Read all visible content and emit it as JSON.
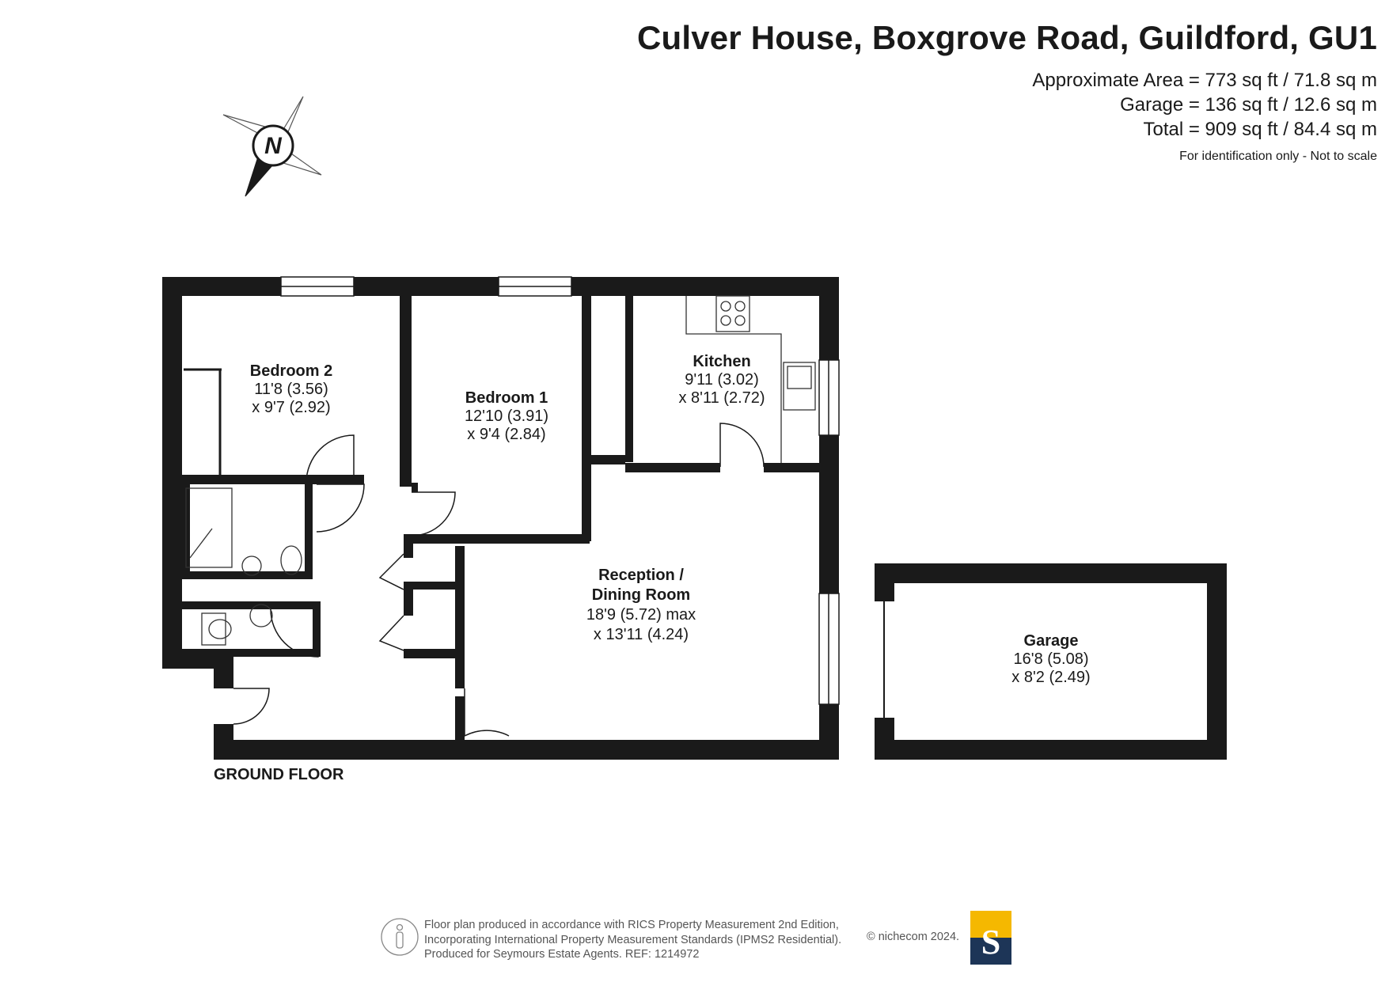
{
  "header": {
    "title": "Culver House, Boxgrove Road, Guildford, GU1",
    "area_lines": [
      "Approximate Area = 773 sq ft / 71.8 sq m",
      "Garage = 136 sq ft / 12.6 sq m",
      "Total = 909 sq ft / 84.4 sq m"
    ],
    "disclaimer": "For identification only - Not to scale"
  },
  "compass": {
    "label": "N"
  },
  "rooms": {
    "bedroom2": {
      "name": "Bedroom 2",
      "dim1": "11'8 (3.56)",
      "dim2": "x 9'7 (2.92)"
    },
    "bedroom1": {
      "name": "Bedroom 1",
      "dim1": "12'10 (3.91)",
      "dim2": "x 9'4 (2.84)"
    },
    "kitchen": {
      "name": "Kitchen",
      "dim1": "9'11 (3.02)",
      "dim2": "x 8'11 (2.72)"
    },
    "reception": {
      "name1": "Reception /",
      "name2": "Dining Room",
      "dim1": "18'9 (5.72) max",
      "dim2": "x 13'11 (4.24)"
    },
    "garage": {
      "name": "Garage",
      "dim1": "16'8 (5.08)",
      "dim2": "x 8'2 (2.49)"
    }
  },
  "floor_label": "GROUND FLOOR",
  "footer": {
    "lines": [
      "Floor plan produced in accordance with RICS Property Measurement 2nd Edition,",
      "Incorporating International Property Measurement Standards (IPMS2 Residential).",
      "Produced for Seymours Estate Agents.   REF: 1214972"
    ],
    "copyright": "© nichecom 2024.",
    "logo_letter": "S"
  },
  "colors": {
    "wall": "#1a1a1a",
    "logo_yellow": "#f5b800",
    "logo_navy": "#1d3557"
  }
}
